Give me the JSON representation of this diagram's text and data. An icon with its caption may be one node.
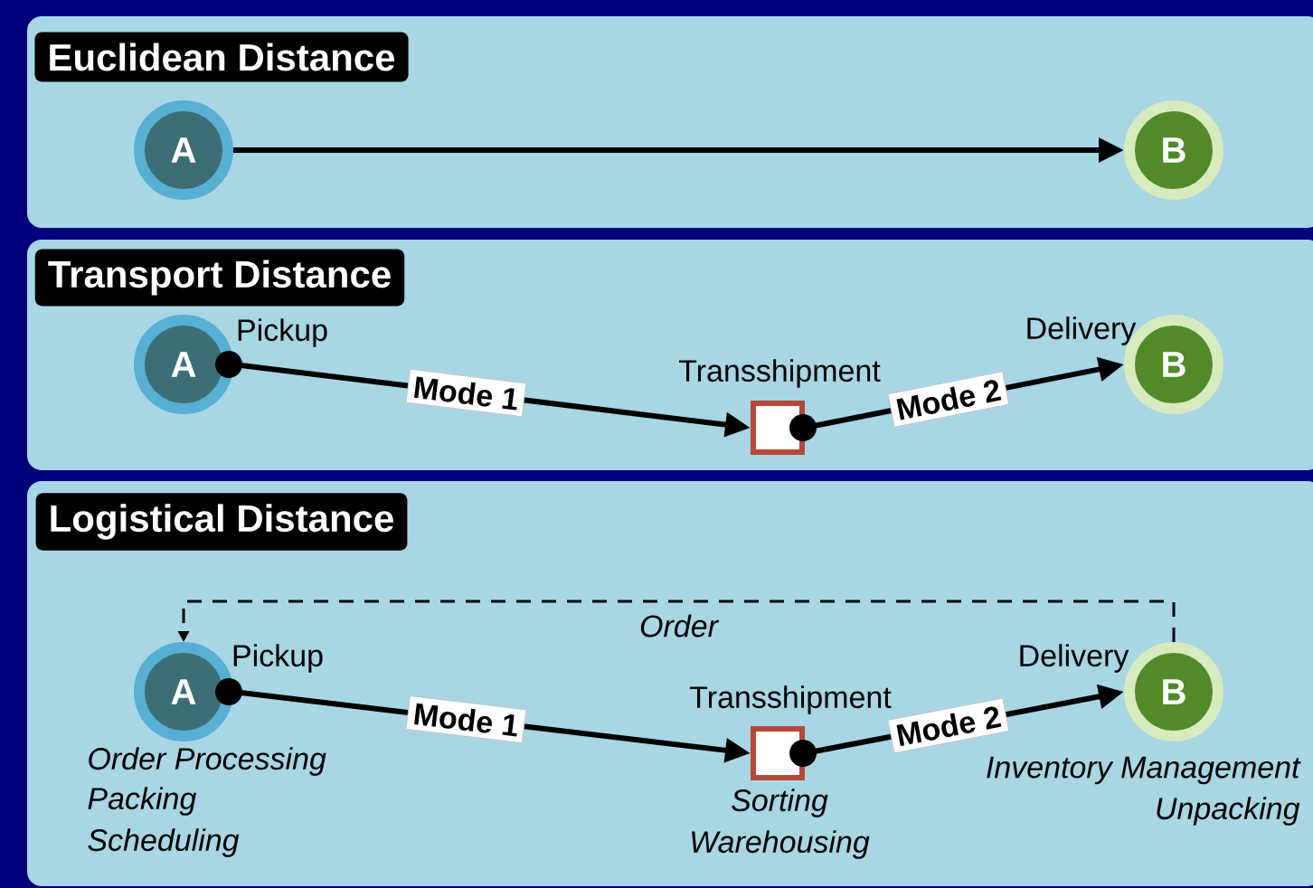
{
  "diagram": {
    "nodes": [
      {
        "text": [
          "Euclidean Distance"
        ]
      },
      {
        "text": [
          "A"
        ],
        "in": 0
      },
      {
        "text": [
          "B"
        ],
        "in": 0
      },
      {
        "text": [
          "Transport Distance"
        ]
      },
      {
        "text": [
          "A"
        ],
        "in": 3,
        "beside": [
          "Pickup"
        ]
      },
      {
        "text": [],
        "shape": "box",
        "in": 3,
        "beside": [
          "Transshipment"
        ]
      },
      {
        "text": [
          "B"
        ],
        "in": 3,
        "beside": [
          "Delivery"
        ]
      },
      {
        "text": [
          "Logistical Distance"
        ]
      },
      {
        "text": [
          "A"
        ],
        "in": 7,
        "beside": [
          "Pickup",
          "Order Processing",
          "Packing",
          "Scheduling"
        ]
      },
      {
        "text": [],
        "shape": "box",
        "in": 7,
        "beside": [
          "Transshipment",
          "Sorting",
          "Warehousing"
        ]
      },
      {
        "text": [
          "B"
        ],
        "in": 7,
        "beside": [
          "Delivery",
          "Inventory Management",
          "Unpacking"
        ]
      }
    ],
    "edges": [
      {
        "from": 1,
        "to": 2,
        "arrow": "to"
      },
      {
        "from": 4,
        "to": 5,
        "arrow": "to",
        "label": "Mode 1"
      },
      {
        "from": 5,
        "to": 6,
        "arrow": "to",
        "label": "Mode 2"
      },
      {
        "from": 8,
        "to": 9,
        "arrow": "to",
        "label": "Mode 1"
      },
      {
        "from": 9,
        "to": 10,
        "arrow": "to",
        "label": "Mode 2"
      },
      {
        "from": 10,
        "to": 8,
        "arrow": "to",
        "label": "Order",
        "style": "dashed"
      }
    ]
  }
}
